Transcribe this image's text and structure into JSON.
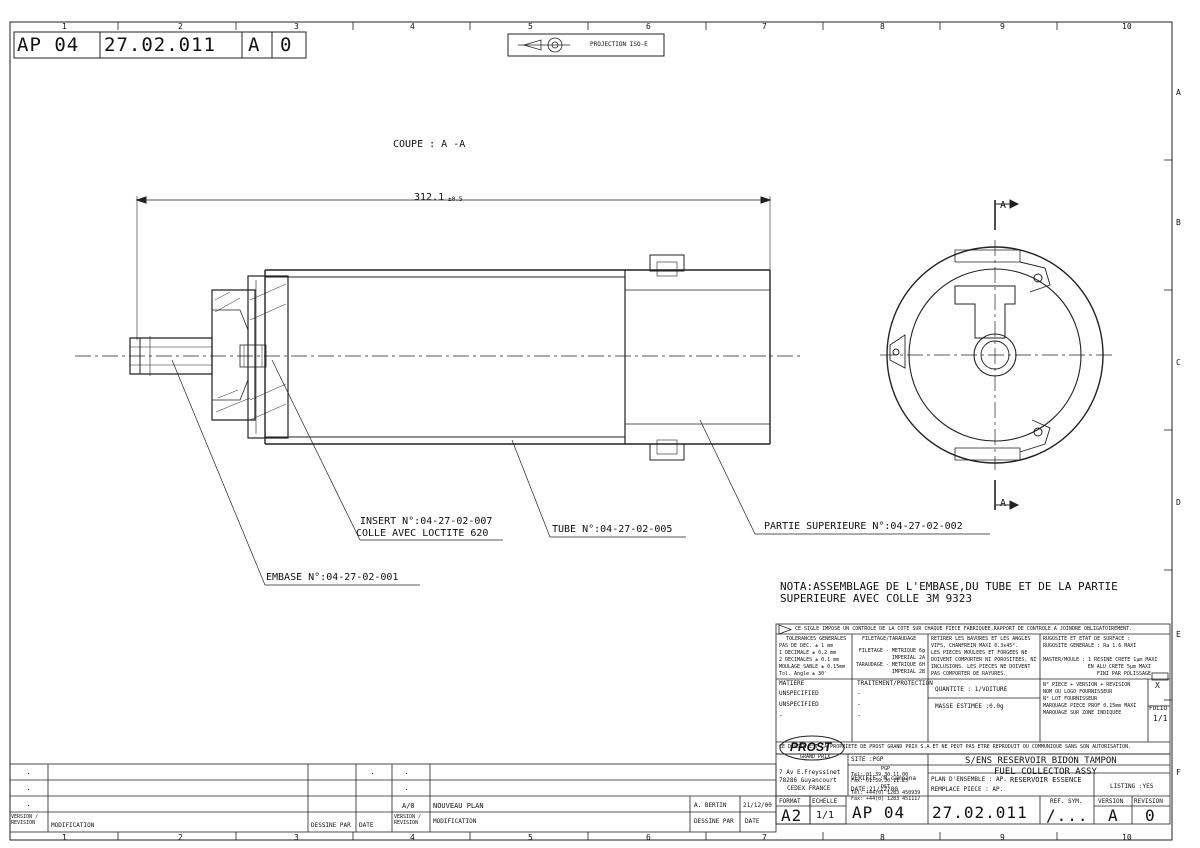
{
  "header": {
    "doc_prefix": "AP 04",
    "doc_number": "27.02.011",
    "rev_letter": "A",
    "rev_index": "0",
    "projection": "PROJECTION ISO-E"
  },
  "grid": {
    "columns": [
      "1",
      "2",
      "3",
      "4",
      "5",
      "6",
      "7",
      "8",
      "9",
      "10"
    ],
    "rows": [
      "A",
      "B",
      "C",
      "D",
      "E",
      "F"
    ]
  },
  "drawing": {
    "section_title": "COUPE : A -A",
    "dimension_main": "312.1",
    "dimension_tol": "±0.5",
    "section_marker": "A",
    "callouts": {
      "insert_line1": "INSERT N°:04-27-02-007",
      "insert_line2": "COLLE AVEC LOCTITE 620",
      "tube": "TUBE N°:04-27-02-005",
      "partie": "PARTIE SUPERIEURE N°:04-27-02-002",
      "embase": "EMBASE N°:04-27-02-001"
    },
    "nota_line1": "NOTA:ASSEMBLAGE DE L'EMBASE,DU TUBE ET DE LA PARTIE",
    "nota_line2": "SUPERIEURE AVEC COLLE 3M 9323"
  },
  "title_block": {
    "notice_top": "CE SIGLE IMPOSE UN CONTROLE DE LA COTE SUR CHAQUE PIECE FABRIQUEE,RAPPORT DE CONTROLE A JOINDRE OBLIGATOIREMENT.",
    "tol_title": "TOLERANCES GENERALES",
    "tol_rows": [
      "PAS DE DEC.  ± 1  mm",
      "1 DECIMALE  ± 0.2 mm",
      "2 DECIMALES  ± 0.1 mm",
      "MOULAGE SABLE  ± 0.15mm",
      "Tol. Angle  ± 30'"
    ],
    "filetage_title": "FILETAGE/TARAUDAGE",
    "filetage_rows": [
      "FILETAGE - METRIQUE 6g",
      "IMPERIAL 2A",
      "TARAUDAGE - METRIQUE 6H",
      "IMPERIAL 2B"
    ],
    "bavures": [
      "RETIRER LES BAVURES ET LES ANGLES",
      "VIFS, CHANFREIN MAXI 0.3x45°.",
      "LES PIECES MOULEES ET FORGEES NE",
      "DOIVENT COMPORTER NI POROSITEES, NI",
      "INCLUSIONS. LES PIECES NE DOIVENT",
      "PAS COMPORTER DE RAYURES."
    ],
    "rugosite": [
      "RUGOSITE ET ETAT DE SURFACE :",
      "RUGOSITE GENERALE : Ra 1.6 MAXI"
    ],
    "master": [
      "MASTER/MOULE : 1 RESINE CRETE 1µm MAXI",
      "EN ALU CRETE 5µm MAXI",
      "FINI PAR POLISSAGE"
    ],
    "matiere_label": "MATIERE",
    "matiere_rows": [
      "UNSPECIFIED",
      "UNSPECIFIED",
      "-"
    ],
    "traitement_label": "TRAITEMENT/PROTECTION",
    "traitement_rows": [
      "-",
      "-",
      "-"
    ],
    "quantite": "QUANTITE :  1/VOITURE",
    "masse": "MASSE ESTIMEE :0.0g",
    "piece_notes": [
      "N° PIECE + VERSION + REVISION",
      "NOM OU LOGO FOURNISSEUR",
      "N° LOT FOURNISSEUR",
      "MARQUAGE PIECE PROF 0.15mm MAXI",
      "MARQUAGE SUR ZONE INDIQUEE"
    ],
    "folio_label": "FOLIO",
    "folio_value": "1/1",
    "x_mark": "X",
    "property": "CE DESSIN EST LA PROPRIETE DE PROST GRAND PRIX S.A.ET NE PEUT PAS ETRE REPRODUIT OU COMMUNIQUE SANS SON AUTORISATION.",
    "site_label": "SITE :PGP",
    "site_lines": [
      "PGP",
      "Tel: 01.39.30.11.00",
      "Fax: 01.39.30.11.25",
      "DST",
      "Tel: +44(0) 1283 450939",
      "Fax: +44(0) 1283 451117"
    ],
    "logo_text": "PROST",
    "logo_sub": "GRAND PRIX",
    "address": [
      "7 Av E.Freyssinet",
      "78286 Guyancourt",
      "CEDEX FRANCE"
    ],
    "verifie": "VERIFIE :M campana",
    "date": "DATE:21/12/00",
    "title_fr": "S/ENS RESERVOIR BIDON TAMPON",
    "title_en": "FUEL COLLECTOR ASSY",
    "title_sub": "RESERVOIR ESSENCE",
    "plan_ensemble": "PLAN D'ENSEMBLE : AP.",
    "remplace": "REMPLACE PIECE  : AP.",
    "listing": "LISTING :YES",
    "format_label": "FORMAT",
    "format_value": "A2",
    "echelle_label": "ECHELLE",
    "echelle_value": "1/1",
    "big_prefix": "AP  04",
    "big_number": "27.02.011",
    "ref_symbol_label": "REF. SYM.",
    "ref_symbol_value": "/...",
    "version_label": "VERSION",
    "revision_label": "REVISION",
    "version_value": "A",
    "revision_value": "0"
  },
  "revision_block": {
    "dots": [
      ".",
      ".",
      ".",
      ".",
      ".",
      "."
    ],
    "row_version": "A/0",
    "row_modification": "NOUVEAU PLAN",
    "row_dessine": "A. BERTIN",
    "row_date": "21/12/00",
    "col_version": "VERSION / REVISION",
    "col_modification": "MODIFICATION",
    "col_dessine": "DESSINE PAR",
    "col_date": "DATE",
    "left_version": "VERSION / REVISION",
    "left_modification": "MODIFICATION",
    "left_dessine": "DESSINE PAR",
    "left_date": "DATE"
  }
}
